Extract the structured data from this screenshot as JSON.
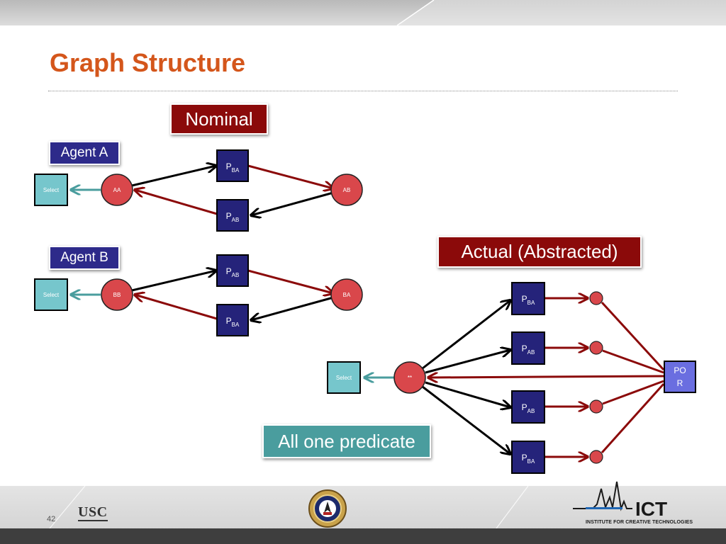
{
  "slide": {
    "title": "Graph Structure",
    "page_number": "42"
  },
  "labels": {
    "nominal": "Nominal",
    "agent_a": "Agent A",
    "agent_b": "Agent B",
    "actual": "Actual (Abstracted)",
    "all_one_predicate": "All one predicate"
  },
  "diagram": {
    "agent_a": {
      "select": "Select",
      "agent_node": "AA",
      "target_node": "AB",
      "upper_predicate": {
        "base": "P",
        "sub": "BA"
      },
      "lower_predicate": {
        "base": "P",
        "sub": "AB"
      }
    },
    "agent_b": {
      "select": "Select",
      "agent_node": "BB",
      "target_node": "BA",
      "upper_predicate": {
        "base": "P",
        "sub": "AB"
      },
      "lower_predicate": {
        "base": "P",
        "sub": "BA"
      }
    },
    "actual": {
      "select": "Select",
      "center_node": "**",
      "por_lines": [
        "PO",
        "R"
      ],
      "predicates": [
        {
          "base": "P",
          "sub": "BA"
        },
        {
          "base": "P",
          "sub": "AB"
        },
        {
          "base": "P",
          "sub": "AB"
        },
        {
          "base": "P",
          "sub": "BA"
        }
      ]
    }
  },
  "logos": {
    "left": "USC",
    "right": "ICT",
    "right_caption": "INSTITUTE FOR CREATIVE TECHNOLOGIES"
  },
  "colors": {
    "title": "#d4561b",
    "dark_red": "#8b0a0a",
    "navy": "#2d2a8a",
    "node_red": "#d9474b",
    "teal_box": "#4a9d9e",
    "select_box": "#76c6cc",
    "por_box": "#6a6ee0"
  }
}
